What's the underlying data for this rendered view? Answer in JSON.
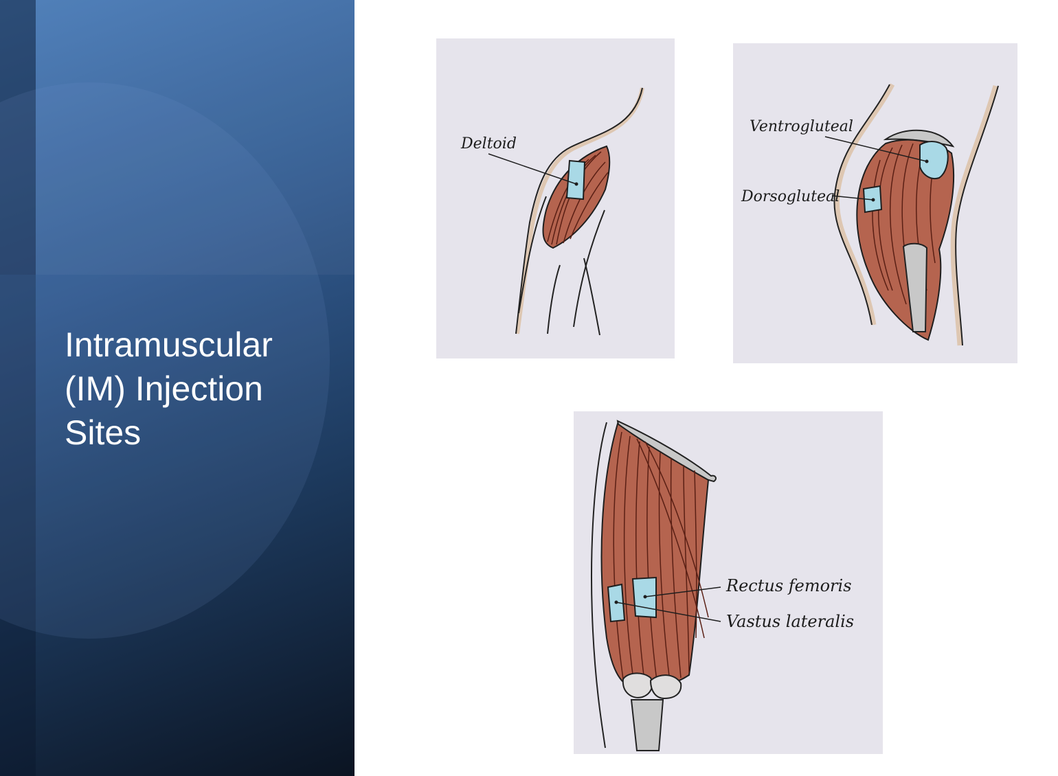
{
  "slide": {
    "title_lines": [
      "Intramuscular",
      "(IM) Injection",
      "Sites"
    ]
  },
  "figures": [
    {
      "id": "deltoid",
      "labels": [
        "Deltoid"
      ]
    },
    {
      "id": "gluteal",
      "labels": [
        "Ventrogluteal",
        "Dorsogluteal"
      ]
    },
    {
      "id": "thigh",
      "labels": [
        "Rectus femoris",
        "Vastus lateralis"
      ]
    }
  ],
  "colors": {
    "panel_top": "#4a7cb8",
    "panel_bottom": "#0b1422",
    "paper": "#e6e4ec",
    "muscle": "#b5644f",
    "injection_site": "#a9d9e6",
    "bone": "#c8c8c8"
  }
}
